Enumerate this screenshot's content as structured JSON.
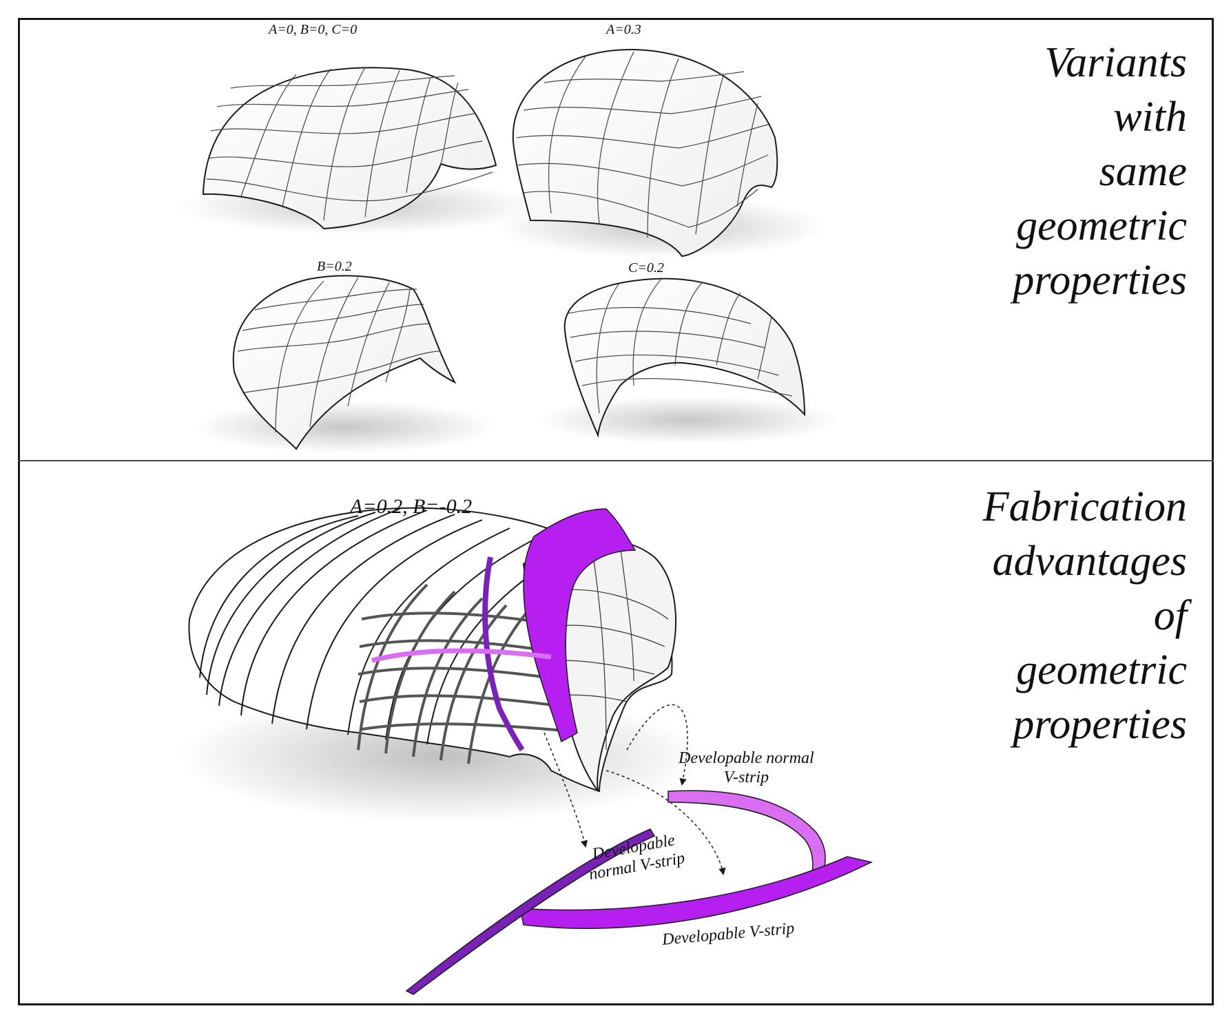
{
  "top_panel": {
    "title_lines": [
      "Variants",
      "with",
      "same",
      "geometric",
      "properties"
    ],
    "variants": [
      {
        "label": "A=0, B=0, C=0"
      },
      {
        "label": "A=0.3"
      },
      {
        "label": "B=0.2"
      },
      {
        "label": "C=0.2"
      }
    ]
  },
  "bottom_panel": {
    "title_lines": [
      "Fabrication",
      "advantages",
      "of",
      "geometric",
      "properties"
    ],
    "model_label": "A=0.2, B=-0.2",
    "annotations": {
      "strip_right": [
        "Developable normal",
        "V-strip"
      ],
      "strip_left": [
        "Developable",
        "normal V-strip"
      ],
      "strip_wide": "Developable V-strip"
    }
  },
  "colors": {
    "accent_purple": "#b520f0",
    "accent_dark_purple": "#7a21b8",
    "accent_light_purple": "#d96ef2",
    "line": "#1a1a1a"
  }
}
